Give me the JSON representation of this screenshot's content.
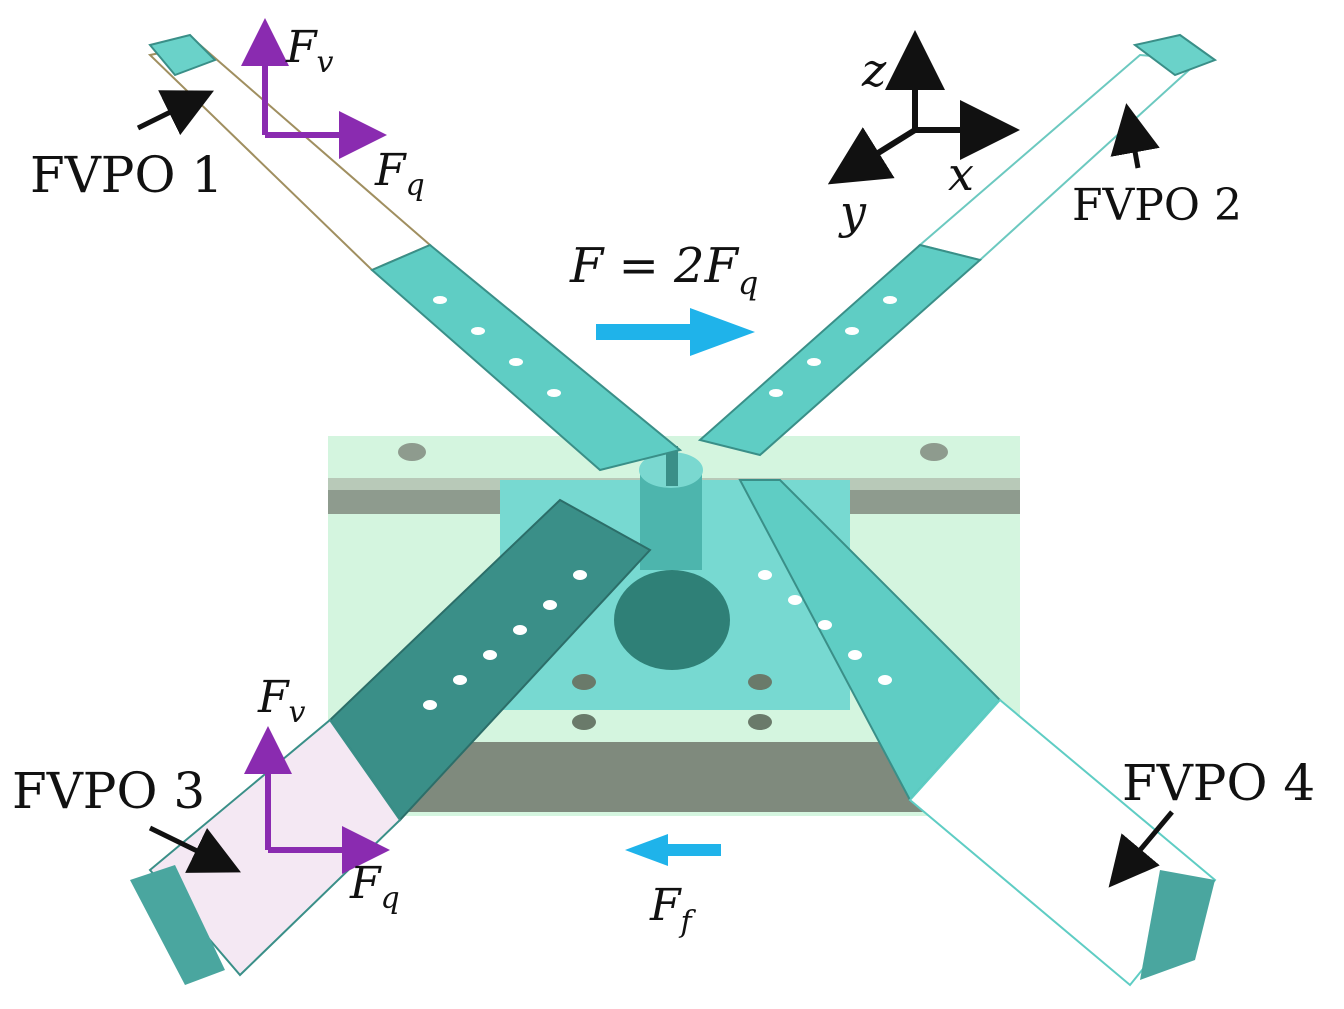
{
  "labels": {
    "fvpo1": "FVPO 1",
    "fvpo2": "FVPO 2",
    "fvpo3": "FVPO 3",
    "fvpo4": "FVPO 4"
  },
  "forces": {
    "top_v_main": "F",
    "top_v_sub": "v",
    "top_q_main": "F",
    "top_q_sub": "q",
    "bottom_v_main": "F",
    "bottom_v_sub": "v",
    "bottom_q_main": "F",
    "bottom_q_sub": "q",
    "total_eq_main": "F = 2F",
    "total_eq_sub": "q",
    "friction_main": "F",
    "friction_sub": "f"
  },
  "axes": {
    "x": "x",
    "y": "y",
    "z": "z"
  },
  "colors": {
    "beam": "#5fcdc4",
    "beam_dark": "#3a8f88",
    "base": "#ccf2d9",
    "rail": "#8a9a8a",
    "film_pink": "#f4e8f3",
    "force_purple": "#8a2bb0",
    "force_blue": "#1fb3ea",
    "arrow_black": "#111111"
  }
}
